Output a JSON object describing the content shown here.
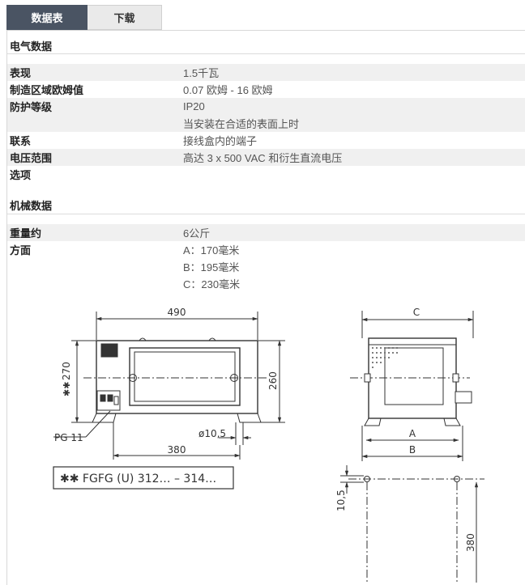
{
  "tabs": [
    {
      "label": "数据表",
      "active": true
    },
    {
      "label": "下载",
      "active": false
    }
  ],
  "electrical": {
    "title": "电气数据",
    "rows": [
      {
        "label": "表现",
        "value": "1.5千瓦"
      },
      {
        "label": "制造区域欧姆值",
        "value": "0.07 欧姆 - 16 欧姆"
      },
      {
        "label": "防护等级",
        "value": "IP20"
      },
      {
        "label": "",
        "value": "当安装在合适的表面上时"
      },
      {
        "label": "联系",
        "value": "接线盒内的端子"
      },
      {
        "label": "电压范围",
        "value": "高达 3 x 500 VAC 和衍生直流电压"
      },
      {
        "label": "选项",
        "value": ""
      }
    ]
  },
  "mechanical": {
    "title": "机械数据",
    "rows": [
      {
        "label": "重量约",
        "value": "6公斤"
      },
      {
        "label": "方面",
        "value": "A：170毫米"
      },
      {
        "label": "",
        "value": "B：195毫米"
      },
      {
        "label": "",
        "value": "C：230毫米"
      }
    ]
  },
  "drawing": {
    "dim_width": "490",
    "dim_height_left": "270",
    "dim_height_left_marker": "✱✱",
    "dim_height_right": "260",
    "dim_hole": "ø10,5",
    "dim_bottom": "380",
    "pg_label": "PG 11",
    "part_number": "✱✱ FGFG (U)   312… – 314…",
    "side_c": "C",
    "side_a": "A",
    "side_b": "B",
    "dim_slot": "10,5",
    "dim_380_vert": "380"
  }
}
